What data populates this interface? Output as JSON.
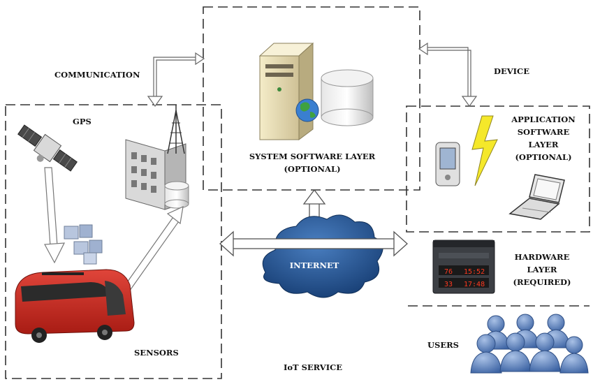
{
  "labels": {
    "communication": "COMMUNICATION",
    "device": "DEVICE",
    "gps": "GPS",
    "system_software_line1": "SYSTEM SOFTWARE LAYER",
    "system_software_line2": "(OPTIONAL)",
    "application_line1": "APPLICATION",
    "application_line2": "SOFTWARE",
    "application_line3": "LAYER",
    "application_line4": "(OPTIONAL)",
    "internet": "INTERNET",
    "hardware_line1": "HARDWARE",
    "hardware_line2": "LAYER",
    "hardware_line3": "(REQUIRED)",
    "users": "USERS",
    "sensors": "SENSORS",
    "iot_service": "IoT SERVICE"
  },
  "display_board": {
    "row1": [
      "76",
      "15:52"
    ],
    "row2": [
      "33",
      "17:48"
    ]
  },
  "colors": {
    "box_stroke": "#333333",
    "cloud": "#1d4f8f",
    "bus_red": "#c8281e",
    "users": "#5b82bd",
    "display_digits": "#ff3a20",
    "bolt": "#f0e020",
    "server": "#e9dfb4"
  },
  "icons": [
    "satellite-icon",
    "building-icon",
    "bus-icon",
    "sensor-cubes-icon",
    "server-icon",
    "database-icon",
    "globe-icon",
    "pda-icon",
    "lightning-icon",
    "laptop-icon",
    "cloud-icon",
    "display-board-icon",
    "users-group-icon"
  ]
}
